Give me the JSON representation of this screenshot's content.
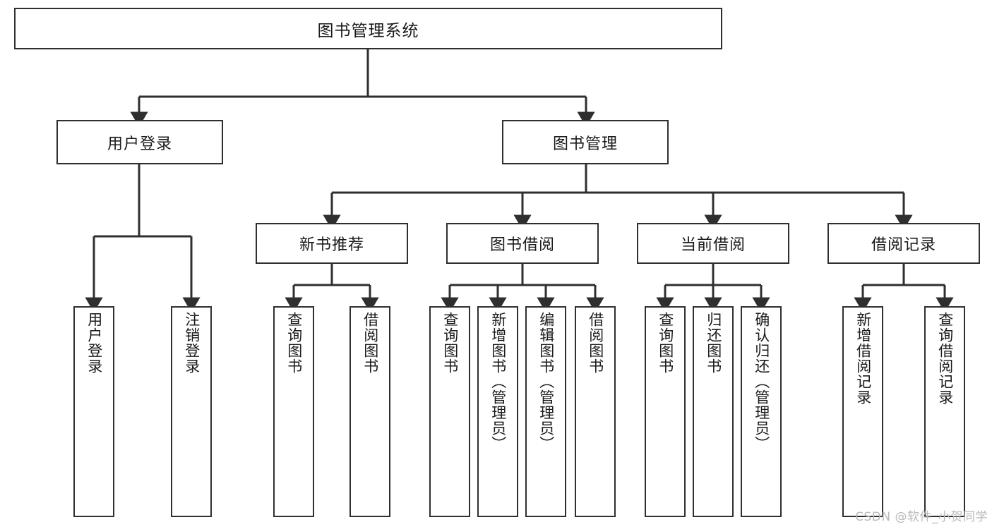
{
  "diagram": {
    "type": "hierarchy-tree",
    "title_node": {
      "label": "图书管理系统",
      "level": 0
    },
    "level2": [
      {
        "id": "user-login",
        "label": "用户登录"
      },
      {
        "id": "book-management",
        "label": "图书管理"
      }
    ],
    "level3": [
      {
        "id": "new-book-recommend",
        "label": "新书推荐",
        "parent": "book-management"
      },
      {
        "id": "book-borrow",
        "label": "图书借阅",
        "parent": "book-management"
      },
      {
        "id": "current-borrow",
        "label": "当前借阅",
        "parent": "book-management"
      },
      {
        "id": "borrow-record",
        "label": "借阅记录",
        "parent": "book-management"
      }
    ],
    "leaves": [
      {
        "id": "leaf-user-login",
        "label": "用户登录",
        "parent": "user-login"
      },
      {
        "id": "leaf-logout",
        "label": "注销登录",
        "parent": "user-login"
      },
      {
        "id": "leaf-query-book-1",
        "label": "查询图书",
        "parent": "new-book-recommend"
      },
      {
        "id": "leaf-borrow-book-1",
        "label": "借阅图书",
        "parent": "new-book-recommend"
      },
      {
        "id": "leaf-query-book-2",
        "label": "查询图书",
        "parent": "book-borrow"
      },
      {
        "id": "leaf-add-book",
        "label": "新增图书（管理员）",
        "parent": "book-borrow"
      },
      {
        "id": "leaf-edit-book",
        "label": "编辑图书（管理员）",
        "parent": "book-borrow"
      },
      {
        "id": "leaf-borrow-book-2",
        "label": "借阅图书",
        "parent": "book-borrow"
      },
      {
        "id": "leaf-query-book-3",
        "label": "查询图书",
        "parent": "current-borrow"
      },
      {
        "id": "leaf-return-book",
        "label": "归还图书",
        "parent": "current-borrow"
      },
      {
        "id": "leaf-confirm-return",
        "label": "确认归还（管理员）",
        "parent": "current-borrow"
      },
      {
        "id": "leaf-add-record",
        "label": "新增借阅记录",
        "parent": "borrow-record"
      },
      {
        "id": "leaf-query-record",
        "label": "查询借阅记录",
        "parent": "borrow-record"
      }
    ],
    "colors": {
      "stroke": "#2f2f2f",
      "fill": "#ffffff",
      "text": "#1a1a1a",
      "watermark": "#b9b9b9"
    }
  },
  "watermark": {
    "text": "CSDN @软件_小贺同学"
  }
}
